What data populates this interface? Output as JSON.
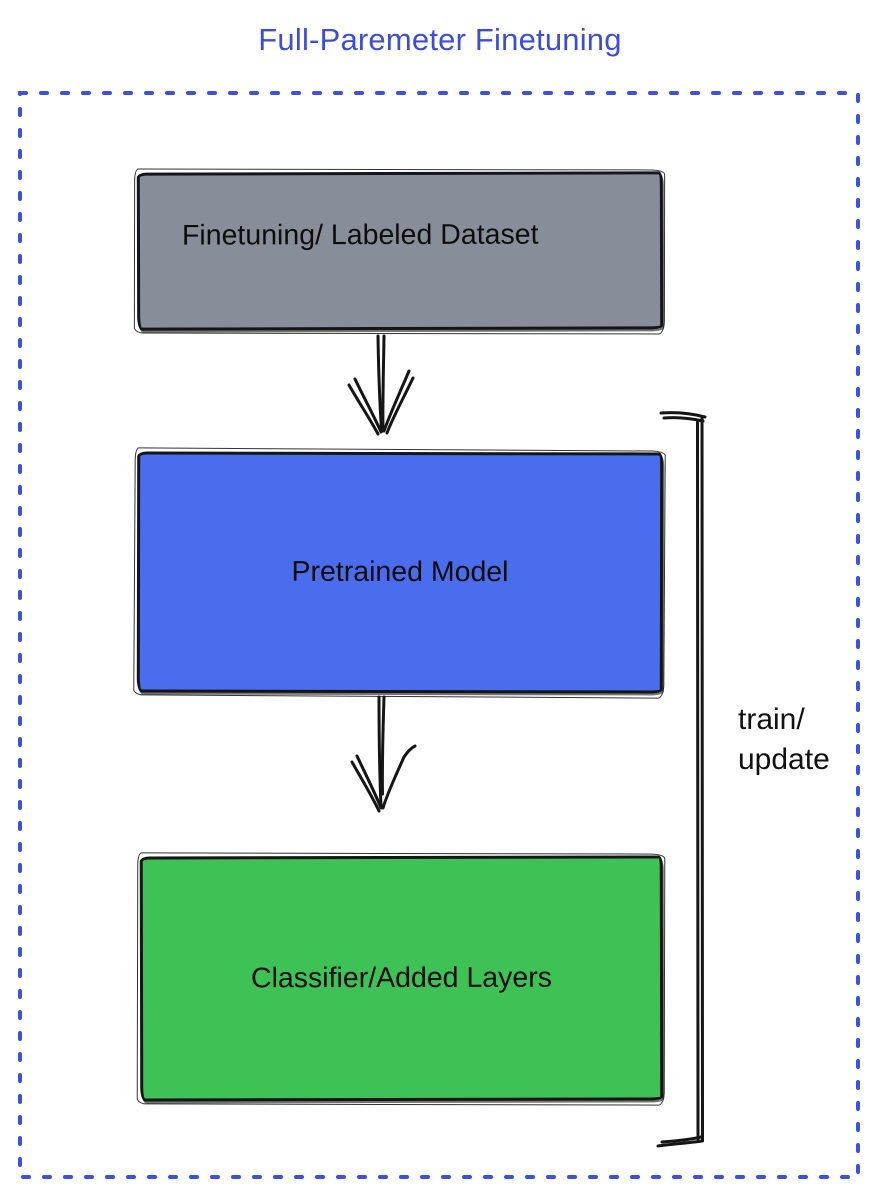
{
  "title": "Full-Paremeter Finetuning",
  "nodes": [
    {
      "id": "finetuning-dataset",
      "label": "Finetuning/ Labeled Dataset",
      "fill": "#878E99"
    },
    {
      "id": "pretrained-model",
      "label": "Pretrained Model",
      "fill": "#4A6DEE"
    },
    {
      "id": "classifier-added-layers",
      "label": "Classifier/Added Layers",
      "fill": "#3EC155"
    }
  ],
  "edges": [
    {
      "from": "finetuning-dataset",
      "to": "pretrained-model",
      "style": "sketchy-down-arrow"
    },
    {
      "from": "pretrained-model",
      "to": "classifier-added-layers",
      "style": "sketchy-down-arrow"
    }
  ],
  "bracket": {
    "label_line1": "train/",
    "label_line2": "update",
    "spans": "pretrained-model and classifier-added-layers"
  },
  "colors": {
    "title_blue": "#3C4ED9",
    "dotted_border_blue": "#3D52DB",
    "box_gray": "#878E99",
    "box_blue": "#4A6DEE",
    "box_green": "#3EC155",
    "stroke_black": "#151515"
  }
}
